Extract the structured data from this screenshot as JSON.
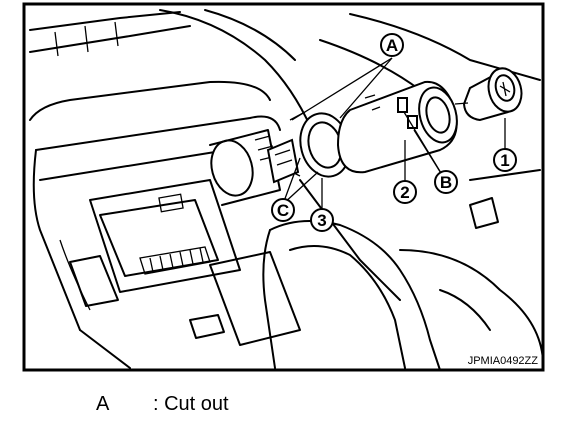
{
  "figure": {
    "code": "JPMIA0492ZZ",
    "callouts": {
      "A": "A",
      "B": "B",
      "C": "C",
      "n1": "1",
      "n2": "2",
      "n3": "3"
    }
  },
  "legend": [
    {
      "key": "A",
      "text": ": Cut out"
    }
  ]
}
